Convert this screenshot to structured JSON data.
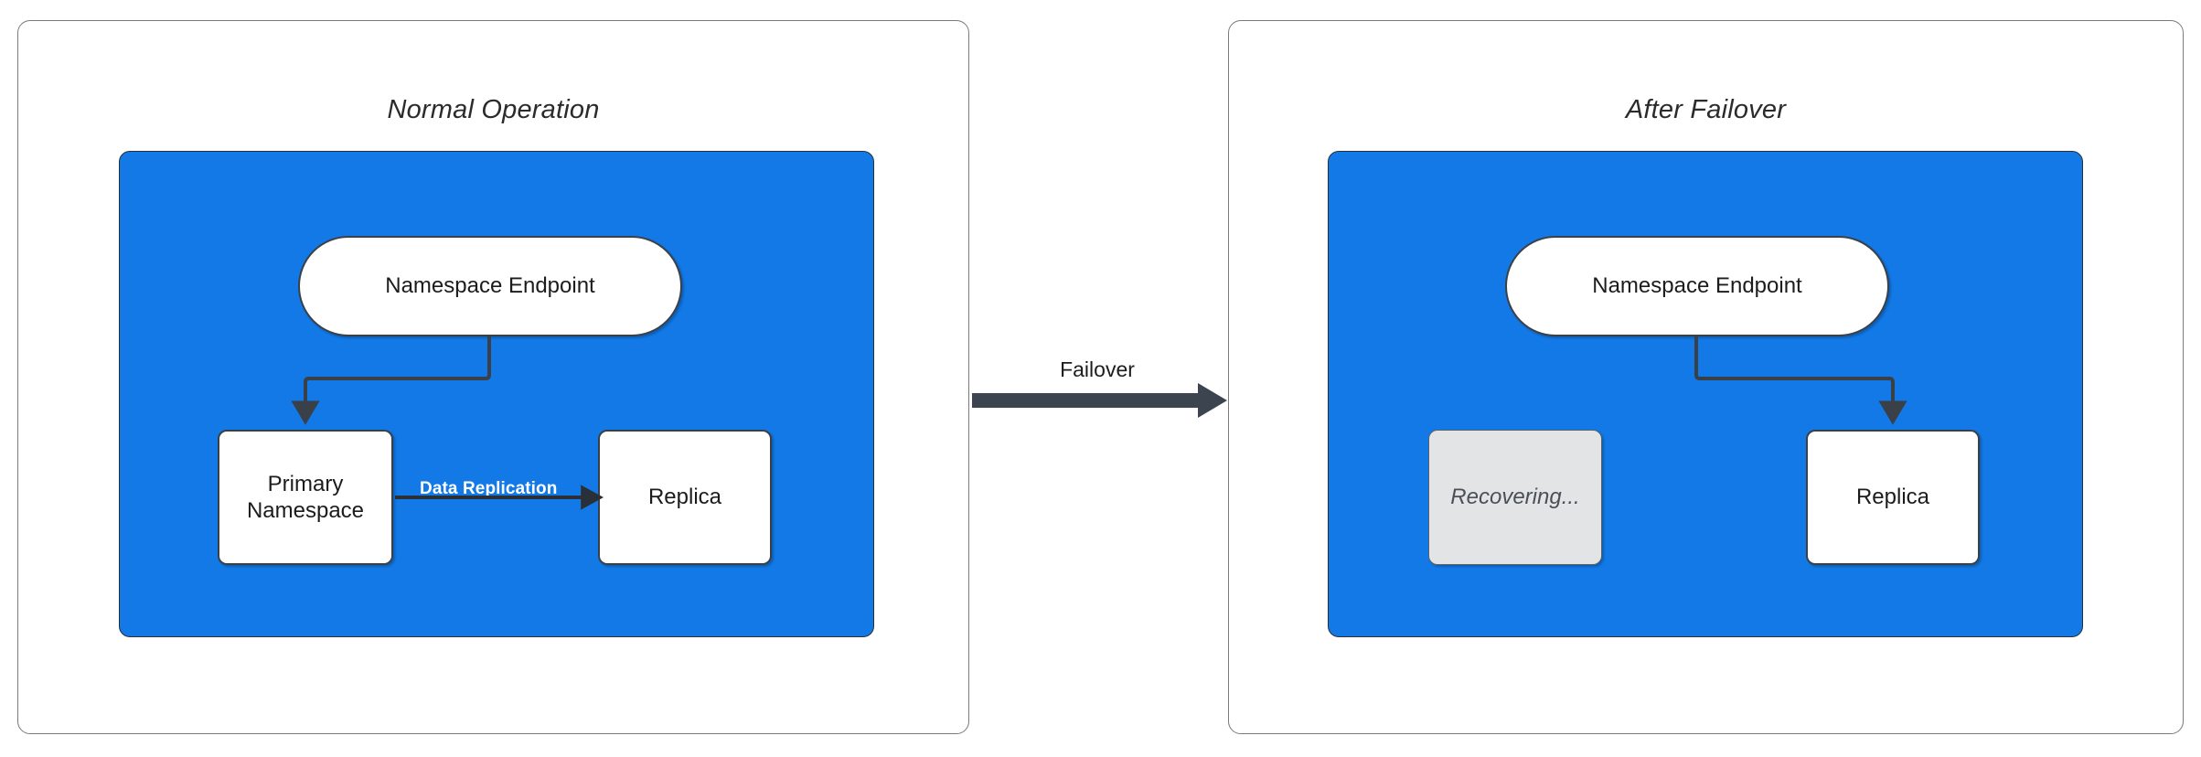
{
  "diagram": {
    "title_semantics": "namespace failover before and after comparison",
    "background_color": "#ffffff",
    "accent_blue": "#1279e6",
    "stroke_color": "#3a4047",
    "muted_fill": "#e2e4e6",
    "label_white": "#ffffff"
  },
  "panels": [
    {
      "id": "normal-operation",
      "title": "Normal Operation",
      "nodes": {
        "endpoint": {
          "label": "Namespace Endpoint",
          "shape": "pill",
          "state": "active"
        },
        "primary": {
          "label": "Primary\nNamespace",
          "line1": "Primary",
          "line2": "Namespace",
          "shape": "rounded-rect",
          "state": "active"
        },
        "replica": {
          "label": "Replica",
          "shape": "rounded-rect",
          "state": "active"
        }
      },
      "edges": [
        {
          "from": "endpoint",
          "to": "primary",
          "label": "",
          "style": "elbow-arrow"
        },
        {
          "from": "primary",
          "to": "replica",
          "label": "Data Replication",
          "style": "straight-arrow"
        }
      ]
    },
    {
      "id": "after-failover",
      "title": "After Failover",
      "nodes": {
        "endpoint": {
          "label": "Namespace Endpoint",
          "shape": "pill",
          "state": "active"
        },
        "recovering": {
          "label": "Recovering...",
          "shape": "rounded-rect",
          "state": "recovering"
        },
        "replica": {
          "label": "Replica",
          "shape": "rounded-rect",
          "state": "active"
        }
      },
      "edges": [
        {
          "from": "endpoint",
          "to": "replica",
          "label": "",
          "style": "elbow-arrow"
        }
      ]
    }
  ],
  "transition": {
    "label": "Failover",
    "direction": "left-to-right",
    "style": "thick-arrow"
  }
}
